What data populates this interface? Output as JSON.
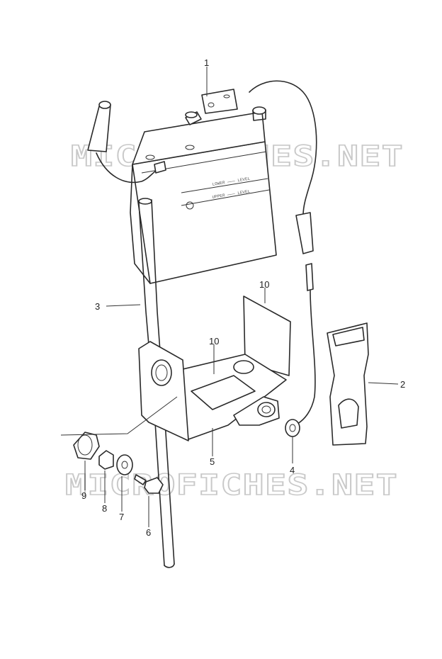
{
  "watermarks": [
    "MICROFICHES.NET",
    "MICROFICHES.NET"
  ],
  "callouts": [
    {
      "id": "battery",
      "label": "1"
    },
    {
      "id": "strap",
      "label": "2"
    },
    {
      "id": "breather-hose",
      "label": "3"
    },
    {
      "id": "ground-lead",
      "label": "4"
    },
    {
      "id": "bracket",
      "label": "5"
    },
    {
      "id": "bolt",
      "label": "6"
    },
    {
      "id": "washer",
      "label": "7"
    },
    {
      "id": "spacer",
      "label": "8"
    },
    {
      "id": "cushion",
      "label": "9"
    },
    {
      "id": "pad-upper",
      "label": "10"
    },
    {
      "id": "pad-lower",
      "label": "10"
    }
  ]
}
